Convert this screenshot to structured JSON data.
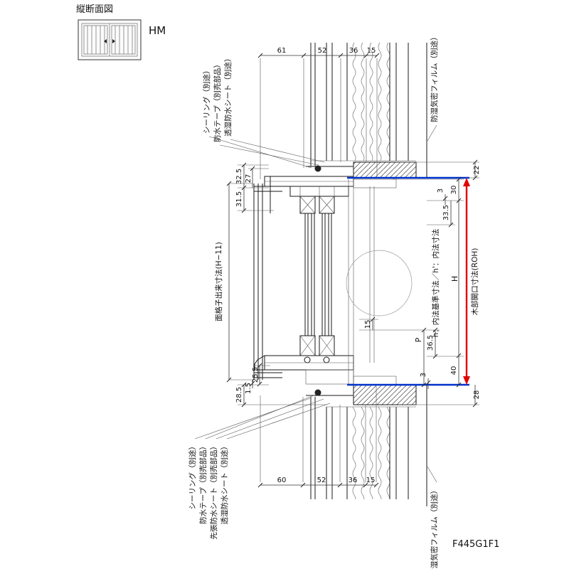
{
  "header": {
    "title": "縦断面図",
    "code": "HM"
  },
  "footer": {
    "drawing_no": "F445G1F1"
  },
  "annotations": {
    "top_left": [
      "シーリング（別途）",
      "防水テープ（別売部品）",
      "透湿防水シート（別途）"
    ],
    "top_right": "防湿気密フィルム（別途）",
    "bottom_left": [
      "シーリング（別途）",
      "防水テープ（別売部品）",
      "先張防水シート（別売部品）",
      "透湿防水シート（別途）"
    ],
    "bottom_right": "防湿気密フィルム（別途）",
    "grille": "面格子出来寸法(H−11)",
    "inner_ref": "h：内法基準寸法／h'：内法寸法",
    "rough_opening": "木部開口寸法(ROH)"
  },
  "dims": {
    "top": [
      "61",
      "52",
      "36",
      "15"
    ],
    "bottom": [
      "60",
      "52",
      "36",
      "15"
    ],
    "left_upper": [
      "32.5",
      "27",
      "31.5"
    ],
    "left_lower": [
      "28.5",
      "1.5",
      "25.5"
    ],
    "right_upper": [
      "22",
      "30",
      "3",
      "33.5"
    ],
    "right_lower": [
      "36.5",
      "3",
      "40",
      "28"
    ],
    "middle": {
      "h": "H",
      "p": "P",
      "n15": "15"
    }
  },
  "colors": {
    "opening_line": "#0033cc",
    "rough_opening_arrow": "#e00000"
  }
}
